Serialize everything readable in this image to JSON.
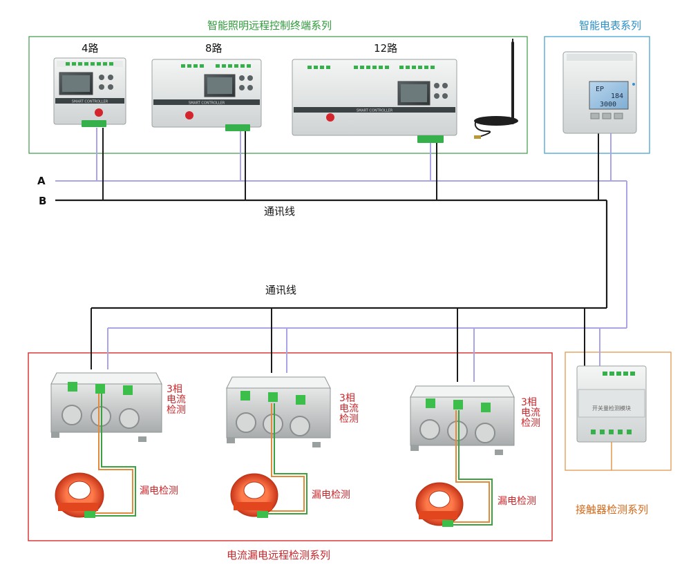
{
  "groups": {
    "lighting": "智能照明远程控制终端系列",
    "meter": "智能电表系列",
    "leak": "电流漏电远程检测系列",
    "contactor": "接触器检测系列"
  },
  "controllers": [
    {
      "channels": "4路",
      "model_text": "SMART CONTROLLER"
    },
    {
      "channels": "8路",
      "model_text": "SMART CONTROLLER"
    },
    {
      "channels": "12路",
      "model_text": "SMART CONTROLLER"
    }
  ],
  "bus": {
    "a": "A",
    "b": "B"
  },
  "comm_line": [
    "通讯线",
    "通讯线"
  ],
  "meter_display": [
    "EP",
    "184",
    "3000"
  ],
  "sensors": [
    {
      "phase_label": [
        "3相",
        "电流",
        "检测"
      ],
      "leak_label": "漏电检测"
    },
    {
      "phase_label": [
        "3相",
        "电流",
        "检测"
      ],
      "leak_label": "漏电检测"
    },
    {
      "phase_label": [
        "3相",
        "电流",
        "检测"
      ],
      "leak_label": "漏电检测"
    }
  ],
  "contactor_module": {
    "text": "开关量检测模块"
  },
  "colors": {
    "wire_a": "#a9a4e8",
    "wire_b": "#1a1a1a",
    "leak_wire_orange": "#e08a3a",
    "leak_wire_green": "#3aa040",
    "frame_green": "#3a9a45",
    "frame_blue": "#3b9bd0",
    "frame_red": "#d42a2a",
    "frame_orange": "#e09040",
    "ct_orange": "#e2461f"
  }
}
